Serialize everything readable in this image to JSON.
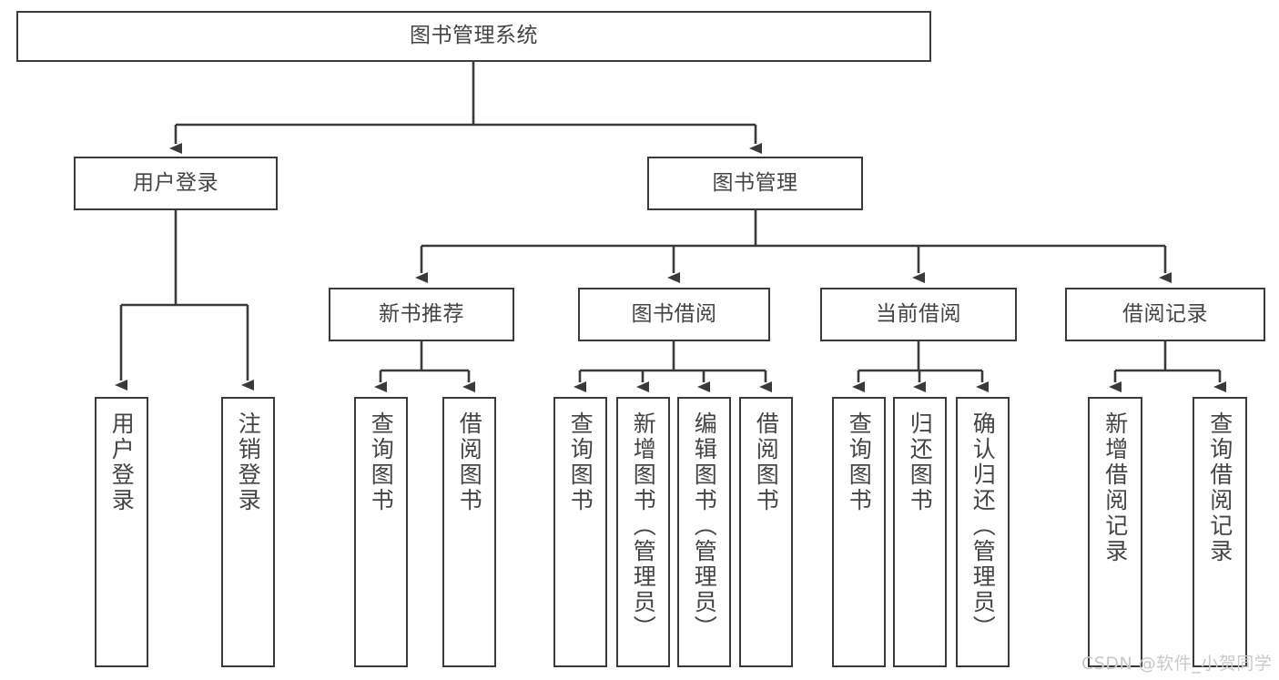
{
  "diagram": {
    "title": "图书管理系统",
    "type": "tree",
    "root": {
      "label": "图书管理系统"
    },
    "level2": [
      {
        "label": "用户登录"
      },
      {
        "label": "图书管理"
      }
    ],
    "level3": [
      {
        "label": "新书推荐"
      },
      {
        "label": "图书借阅"
      },
      {
        "label": "当前借阅"
      },
      {
        "label": "借阅记录"
      }
    ],
    "leaves": {
      "user_login": [
        {
          "label": "用户登录"
        },
        {
          "label": "注销登录"
        }
      ],
      "new_book_recommend": [
        {
          "label": "查询图书"
        },
        {
          "label": "借阅图书"
        }
      ],
      "book_borrow": [
        {
          "label": "查询图书"
        },
        {
          "label": "新增图书（管理员）"
        },
        {
          "label": "编辑图书（管理员）"
        },
        {
          "label": "借阅图书"
        }
      ],
      "current_borrow": [
        {
          "label": "查询图书"
        },
        {
          "label": "归还图书"
        },
        {
          "label": "确认归还（管理员）"
        }
      ],
      "borrow_record": [
        {
          "label": "新增借阅记录"
        },
        {
          "label": "查询借阅记录"
        }
      ]
    },
    "watermark": "CSDN @软件_小贺同学",
    "colors": {
      "box_border": "#3a3a3a",
      "box_fill": "#ffffff",
      "text": "#444444",
      "connector": "#3a3a3a",
      "watermark": "#c9c9c9"
    }
  }
}
